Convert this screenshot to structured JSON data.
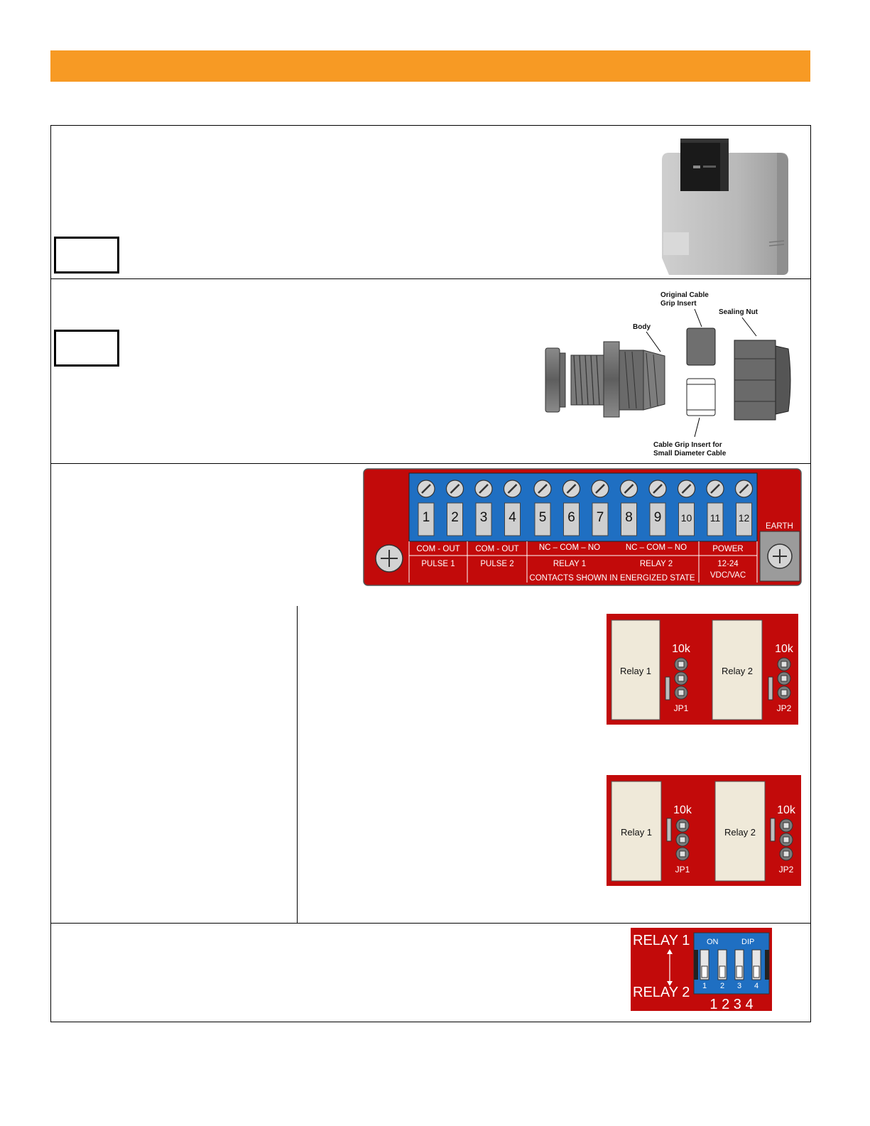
{
  "cable_gland": {
    "original_insert_label_1": "Original Cable",
    "original_insert_label_2": "Grip Insert",
    "sealing_nut_label": "Sealing Nut",
    "body_label": "Body",
    "small_insert_label_1": "Cable Grip Insert for",
    "small_insert_label_2": "Small Diameter Cable"
  },
  "terminal_block": {
    "terminals": [
      "1",
      "2",
      "3",
      "4",
      "5",
      "6",
      "7",
      "8",
      "9",
      "10",
      "11",
      "12"
    ],
    "earth_label": "EARTH",
    "groups": [
      {
        "top": "COM - OUT",
        "bottom": "PULSE 1"
      },
      {
        "top": "COM - OUT",
        "bottom": "PULSE 2"
      },
      {
        "top": "NC – COM – NO",
        "bottom": "RELAY 1"
      },
      {
        "top": "NC – COM – NO",
        "bottom": "RELAY 2"
      },
      {
        "top": "POWER",
        "bottom_1": "12-24",
        "bottom_2": "VDC/VAC"
      }
    ],
    "contacts_note": "CONTACTS SHOWN IN ENERGIZED STATE"
  },
  "jumpers": {
    "relay1_label": "Relay 1",
    "relay2_label": "Relay 2",
    "resistor_label": "10k",
    "jp1_label": "JP1",
    "jp2_label": "JP2"
  },
  "dip": {
    "relay1_label": "RELAY 1",
    "relay2_label": "RELAY 2",
    "on_label": "ON",
    "dip_label": "DIP",
    "switch_numbers": [
      "1",
      "2",
      "3",
      "4"
    ],
    "bottom_numbers": "1 2 3 4"
  },
  "colors": {
    "header_orange": "#f79a24",
    "board_red": "#c20a0a",
    "terminal_blue": "#1f6fc2",
    "relay_beige": "#efe9d9"
  }
}
